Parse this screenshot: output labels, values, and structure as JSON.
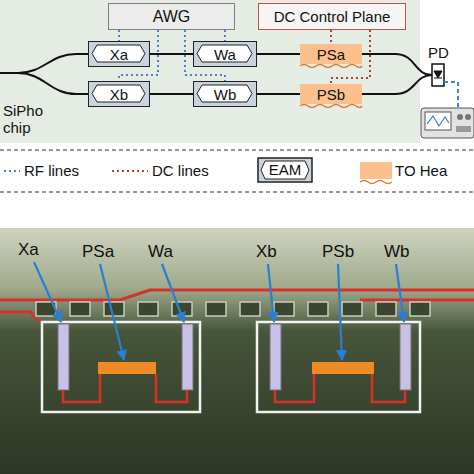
{
  "diagram": {
    "nodes": [
      {
        "text": [
          "SiPho chip"
        ]
      },
      {
        "text": [
          "AWG"
        ],
        "in": 0
      },
      {
        "text": [
          "DC Control Plane"
        ],
        "in": 0
      },
      {
        "text": [
          "Xa"
        ],
        "in": 0
      },
      {
        "text": [
          "Wa"
        ],
        "in": 0
      },
      {
        "text": [
          "PSa"
        ],
        "in": 0
      },
      {
        "text": [
          "Xb"
        ],
        "in": 0
      },
      {
        "text": [
          "Wb"
        ],
        "in": 0
      },
      {
        "text": [
          "PSb"
        ],
        "in": 0
      }
    ],
    "edges": [
      {
        "from": 1,
        "to": 3,
        "arrow": "none"
      },
      {
        "from": 1,
        "to": 4,
        "arrow": "none"
      },
      {
        "from": 1,
        "to": 6,
        "arrow": "none"
      },
      {
        "from": 1,
        "to": 7,
        "arrow": "none"
      },
      {
        "from": 2,
        "to": 5,
        "arrow": "none"
      },
      {
        "from": 2,
        "to": 8,
        "arrow": "none"
      },
      {
        "from": 3,
        "to": 4,
        "arrow": "none"
      },
      {
        "from": 4,
        "to": 5,
        "arrow": "none"
      },
      {
        "from": 6,
        "to": 7,
        "arrow": "none"
      },
      {
        "from": 7,
        "to": 8,
        "arrow": "none"
      }
    ],
    "labels": [
      "PD",
      "Xa",
      "PSa",
      "Wa",
      "Xb",
      "PSb",
      "Wb"
    ],
    "legend": [
      {
        "text": "RF lines"
      },
      {
        "text": "DC lines"
      },
      {
        "text": "EAM"
      },
      {
        "text": "TO Hea",
        "color": "#fbc08c"
      }
    ]
  }
}
